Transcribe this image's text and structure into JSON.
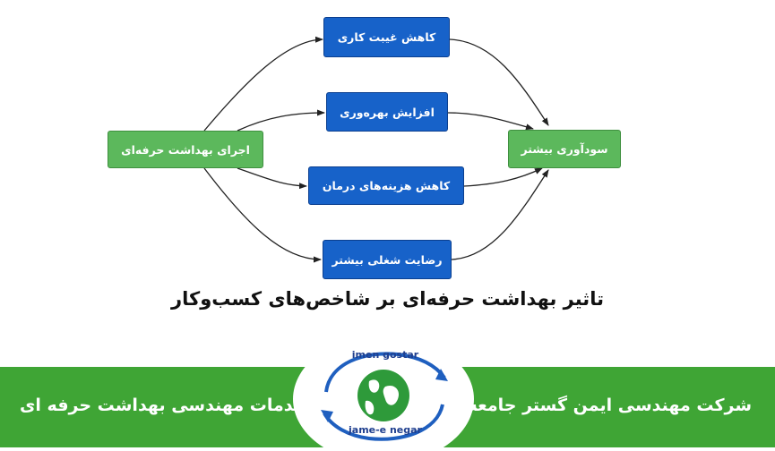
{
  "diagram": {
    "source": "اجرای بهداشت حرفه‌ای",
    "middle": [
      "کاهش غیبت کاری",
      "افزایش بهره‌وری",
      "کاهش هزینه‌های درمان",
      "رضایت شغلی بیشتر"
    ],
    "target": "سودآوری بیشتر",
    "caption": "تاثیر بهداشت حرفه‌ای بر شاخص‌های کسب‌وکار"
  },
  "footer": {
    "left_text": "ارائه دهنده خدمات مهندسی بهداشت حرفه ای",
    "right_text": "شرکت مهندسی ایمن گستر جامعه نگر",
    "logo_top": "imen gostar",
    "logo_bottom": "jame-e negar"
  },
  "colors": {
    "node_blue": "#1762c9",
    "node_green": "#5cb85c",
    "footer_green": "#3fa535",
    "logo_blue": "#1f5fbf",
    "logo_green": "#2e9a3a"
  }
}
